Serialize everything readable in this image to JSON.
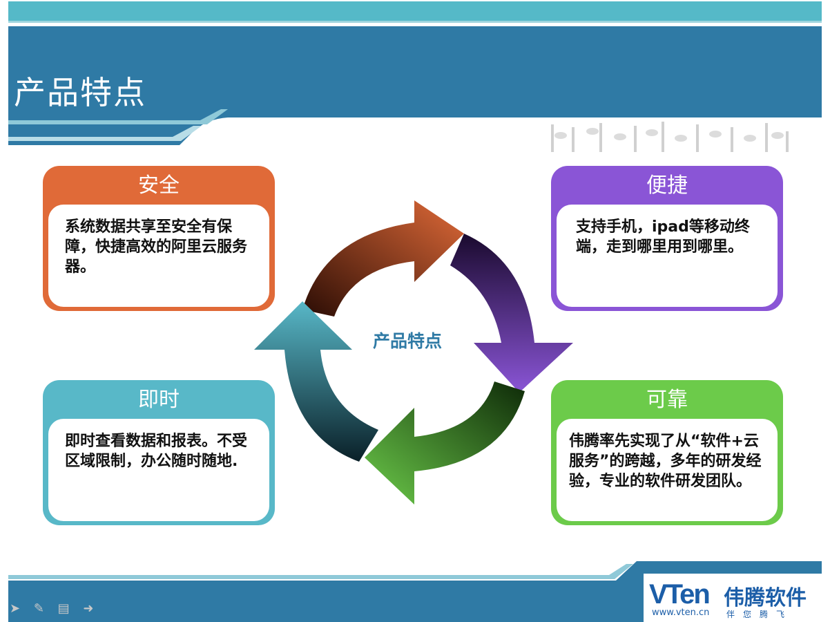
{
  "slide": {
    "title": "产品特点",
    "center_label": "产品特点"
  },
  "cards": {
    "security": {
      "title": "安全",
      "body": "系统数据共享至安全有保障，快捷高效的阿里云服务器。"
    },
    "convenient": {
      "title": "便捷",
      "body": "支持手机，ipad等移动终端，走到哪里用到哪里。"
    },
    "instant": {
      "title": "即时",
      "body": "即时查看数据和报表。不受区域限制，办公随时随地."
    },
    "reliable": {
      "title": "可靠",
      "body": "伟腾率先实现了从“软件+云服务”的跨越，多年的研发经验，专业的软件研发团队。"
    }
  },
  "brand": {
    "logo": "VTen",
    "url": "www.vten.cn",
    "name": "伟腾软件",
    "slogan": "伴您腾飞"
  },
  "colors": {
    "header_blue": "#2f7aa5",
    "teal": "#55b9c8",
    "orange": "#e06a38",
    "purple": "#8a55d6",
    "green": "#6ccb4a",
    "cyan": "#58b8c8"
  },
  "icons": [
    "pointer-icon",
    "pen-icon",
    "menu-icon",
    "next-arrow-icon"
  ]
}
